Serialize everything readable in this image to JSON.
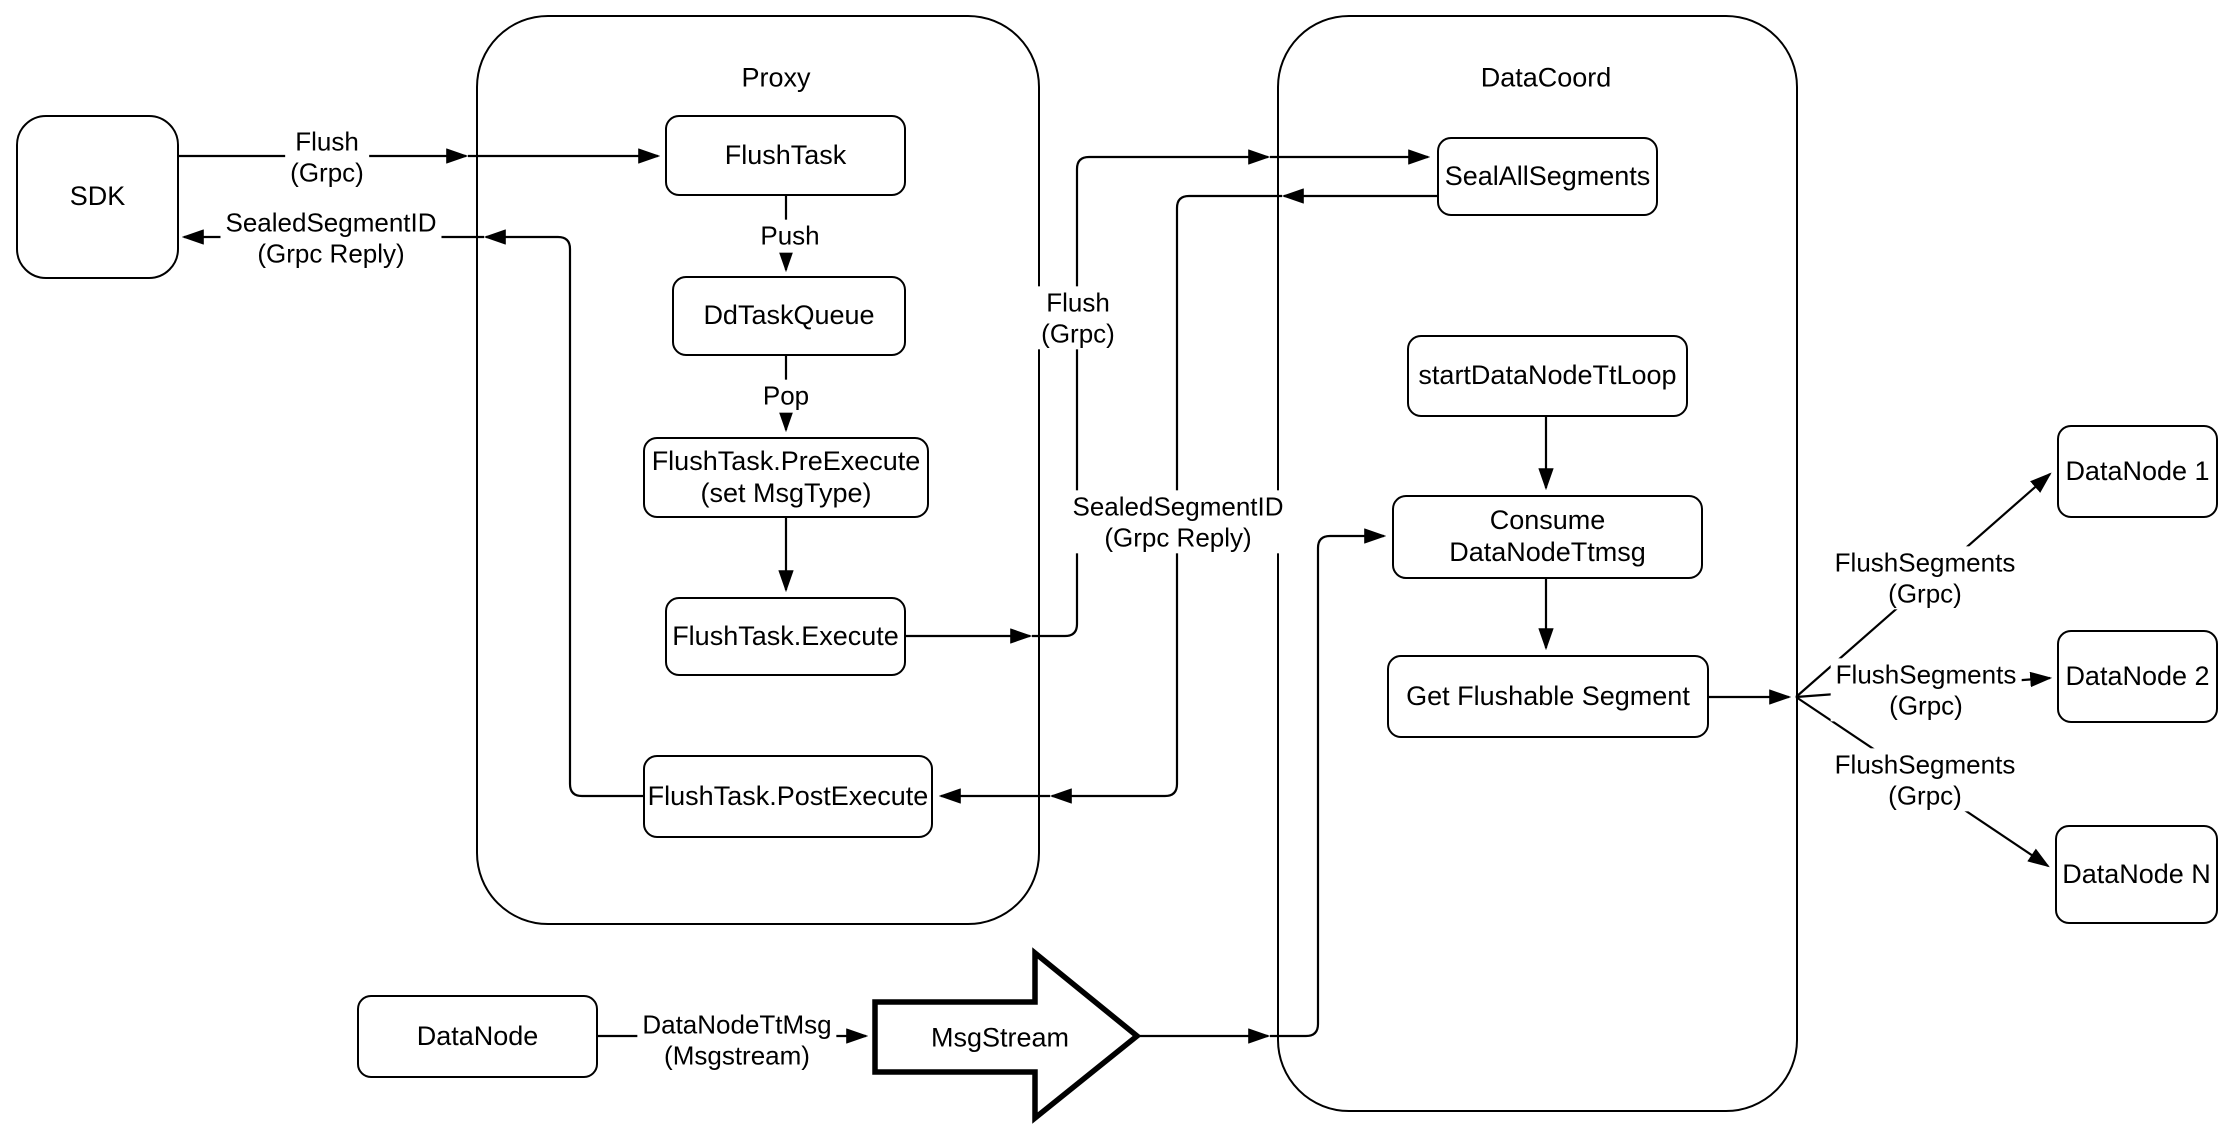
{
  "diagram": {
    "containers": {
      "proxy": {
        "title": "Proxy"
      },
      "datacoord": {
        "title": "DataCoord"
      }
    },
    "nodes": {
      "sdk": {
        "label": "SDK"
      },
      "flush_task": {
        "label": "FlushTask"
      },
      "dd_task_queue": {
        "label": "DdTaskQueue"
      },
      "pre_execute": {
        "label": "FlushTask.PreExecute\n(set MsgType)"
      },
      "execute": {
        "label": "FlushTask.Execute"
      },
      "post_execute": {
        "label": "FlushTask.PostExecute"
      },
      "seal_all_segments": {
        "label": "SealAllSegments"
      },
      "start_datanode_tt_loop": {
        "label": "startDataNodeTtLoop"
      },
      "consume_datanode_ttmsg": {
        "label": "Consume DataNodeTtmsg"
      },
      "get_flushable_segment": {
        "label": "Get Flushable Segment"
      },
      "datanode_1": {
        "label": "DataNode 1"
      },
      "datanode_2": {
        "label": "DataNode 2"
      },
      "datanode_n": {
        "label": "DataNode N"
      },
      "datanode": {
        "label": "DataNode"
      },
      "msgstream": {
        "label": "MsgStream"
      }
    },
    "edge_labels": {
      "flush_grpc_sdk": "Flush\n(Grpc)",
      "sealed_reply_sdk": "SealedSegmentID\n(Grpc Reply)",
      "push": "Push",
      "pop": "Pop",
      "flush_grpc_datacoord": "Flush\n(Grpc)",
      "sealed_reply_datacoord": "SealedSegmentID\n(Grpc Reply)",
      "flush_segments_1": "FlushSegments\n(Grpc)",
      "flush_segments_2": "FlushSegments\n(Grpc)",
      "flush_segments_n": "FlushSegments\n(Grpc)",
      "datanode_ttmsg": "DataNodeTtMsg\n(Msgstream)"
    },
    "colors": {
      "stroke": "#000000",
      "fill": "#ffffff",
      "background": "#ffffff"
    }
  }
}
